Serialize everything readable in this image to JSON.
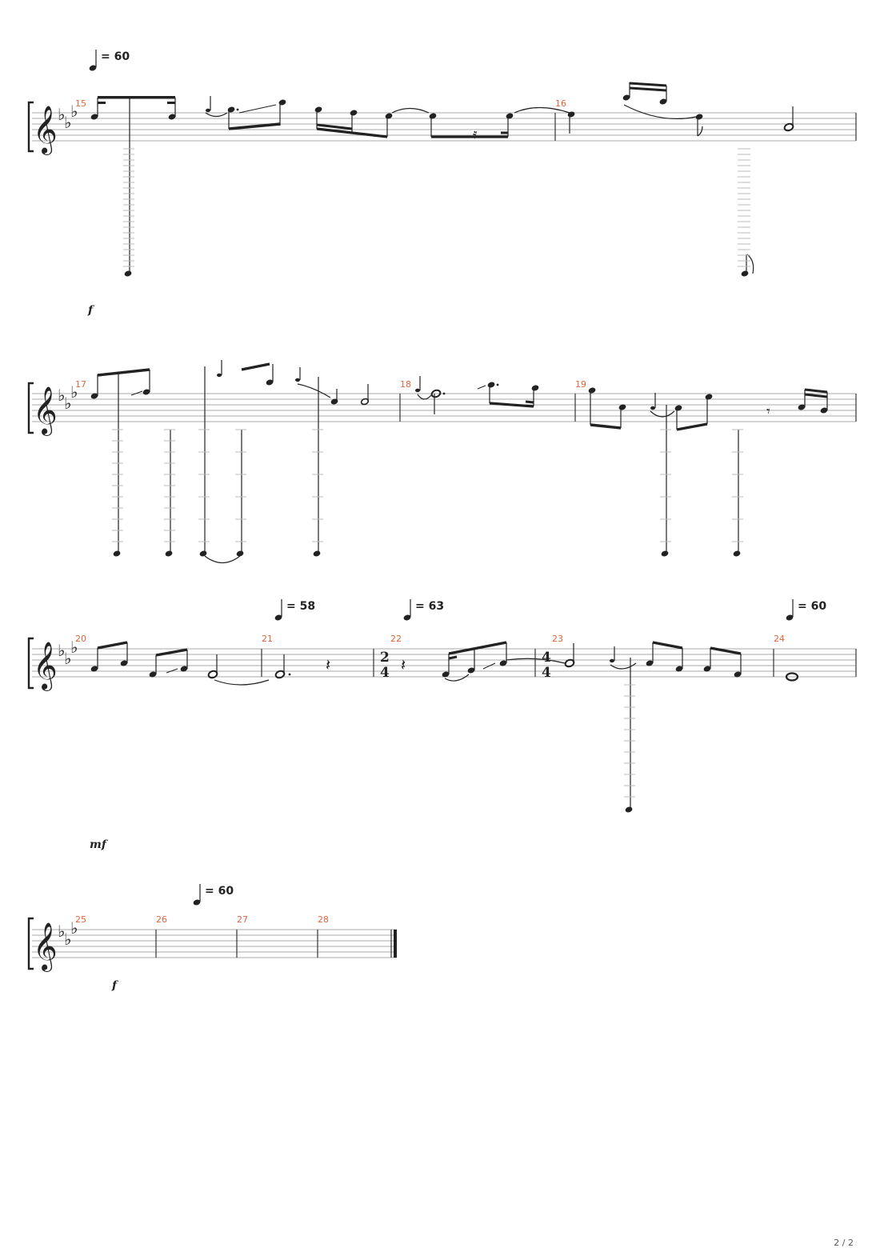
{
  "page": {
    "number": "2 / 2"
  },
  "key_signature": "E-flat major (3 flats)",
  "systems": [
    {
      "tempo_marks": [
        {
          "label": "= 60"
        }
      ],
      "dynamics": [
        {
          "label": "f"
        }
      ],
      "measures": [
        {
          "number": "15"
        },
        {
          "number": "16"
        }
      ]
    },
    {
      "tempo_marks": [],
      "dynamics": [],
      "measures": [
        {
          "number": "17"
        },
        {
          "number": "18"
        },
        {
          "number": "19"
        }
      ]
    },
    {
      "tempo_marks": [
        {
          "label": "= 58"
        },
        {
          "label": "= 63"
        },
        {
          "label": "= 60"
        }
      ],
      "dynamics": [
        {
          "label": "mf"
        }
      ],
      "time_signatures": [
        {
          "top": "2",
          "bottom": "4"
        },
        {
          "top": "4",
          "bottom": "4"
        }
      ],
      "measures": [
        {
          "number": "20"
        },
        {
          "number": "21"
        },
        {
          "number": "22"
        },
        {
          "number": "23"
        },
        {
          "number": "24"
        }
      ]
    },
    {
      "tempo_marks": [
        {
          "label": "= 60"
        }
      ],
      "dynamics": [
        {
          "label": "f"
        }
      ],
      "measures": [
        {
          "number": "25"
        },
        {
          "number": "26"
        },
        {
          "number": "27"
        },
        {
          "number": "28"
        }
      ]
    }
  ]
}
